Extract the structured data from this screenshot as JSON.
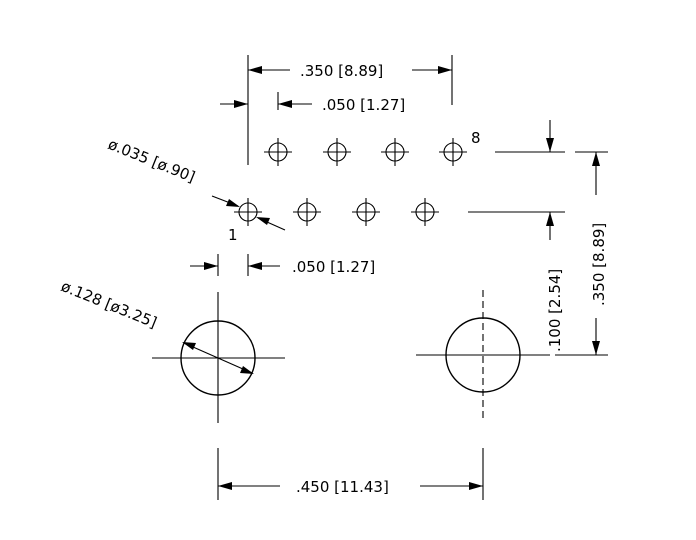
{
  "dimensions": {
    "top_width": ".350 [8.89]",
    "top_pitch": ".050 [1.27]",
    "small_hole_dia": "ø.035 [ø.90]",
    "bottom_pitch": ".050 [1.27]",
    "mount_hole_dia": "ø.128 [ø3.25]",
    "mount_spacing": ".450 [11.43]",
    "row_offset": ".100 [2.54]",
    "overall_height": ".350 [8.89]"
  },
  "pins": {
    "first_label": "1",
    "last_label": "8"
  }
}
